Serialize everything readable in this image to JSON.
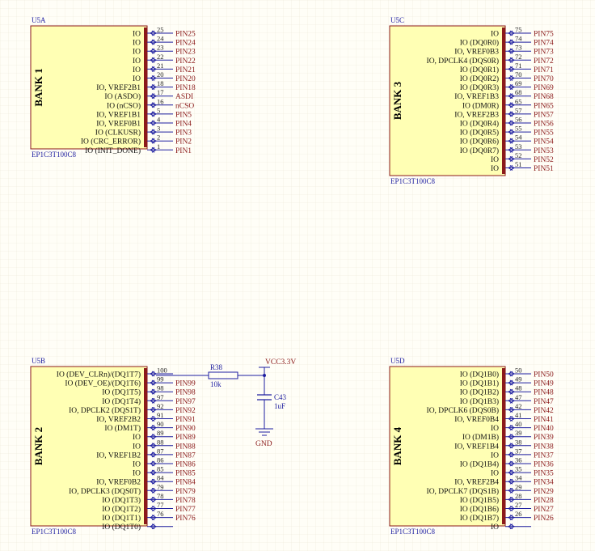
{
  "chips": [
    {
      "ref": "U5A",
      "bank": "BANK 1",
      "part": "EP1C3T100C8",
      "pins": [
        {
          "sig": "IO",
          "num": "25",
          "net": "PIN25"
        },
        {
          "sig": "IO",
          "num": "24",
          "net": "PIN24"
        },
        {
          "sig": "IO",
          "num": "23",
          "net": "PIN23"
        },
        {
          "sig": "IO",
          "num": "22",
          "net": "PIN22"
        },
        {
          "sig": "IO",
          "num": "21",
          "net": "PIN21"
        },
        {
          "sig": "IO",
          "num": "20",
          "net": "PIN20"
        },
        {
          "sig": "IO, VREF2B1",
          "num": "18",
          "net": "PIN18"
        },
        {
          "sig": "IO (ASDO)",
          "num": "17",
          "net": "ASDI"
        },
        {
          "sig": "IO (nCSO)",
          "num": "16",
          "net": "nCSO"
        },
        {
          "sig": "IO, VREF1B1",
          "num": "5",
          "net": "PIN5"
        },
        {
          "sig": "IO, VREF0B1",
          "num": "4",
          "net": "PIN4"
        },
        {
          "sig": "IO (CLKUSR)",
          "num": "3",
          "net": "PIN3"
        },
        {
          "sig": "IO (CRC_ERROR)",
          "num": "2",
          "net": "PIN2"
        },
        {
          "sig": "IO (INIT_DONE)",
          "num": "1",
          "net": "PIN1"
        }
      ]
    },
    {
      "ref": "U5C",
      "bank": "BANK 3",
      "part": "EP1C3T100C8",
      "pins": [
        {
          "sig": "IO",
          "num": "75",
          "net": "PIN75"
        },
        {
          "sig": "IO (DQ0R0)",
          "num": "74",
          "net": "PIN74"
        },
        {
          "sig": "IO, VREF0B3",
          "num": "73",
          "net": "PIN73"
        },
        {
          "sig": "IO, DPCLK4 (DQS0R)",
          "num": "72",
          "net": "PIN72"
        },
        {
          "sig": "IO (DQ0R1)",
          "num": "71",
          "net": "PIN71"
        },
        {
          "sig": "IO (DQ0R2)",
          "num": "70",
          "net": "PIN70"
        },
        {
          "sig": "IO (DQ0R3)",
          "num": "69",
          "net": "PIN69"
        },
        {
          "sig": "IO, VREF1B3",
          "num": "68",
          "net": "PIN68"
        },
        {
          "sig": "IO (DM0R)",
          "num": "65",
          "net": "PIN65"
        },
        {
          "sig": "IO, VREF2B3",
          "num": "57",
          "net": "PIN57"
        },
        {
          "sig": "IO (DQ0R4)",
          "num": "56",
          "net": "PIN56"
        },
        {
          "sig": "IO (DQ0R5)",
          "num": "55",
          "net": "PIN55"
        },
        {
          "sig": "IO (DQ0R6)",
          "num": "54",
          "net": "PIN54"
        },
        {
          "sig": "IO (DQ0R7)",
          "num": "53",
          "net": "PIN53"
        },
        {
          "sig": "IO",
          "num": "52",
          "net": "PIN52"
        },
        {
          "sig": "IO",
          "num": "51",
          "net": "PIN51"
        }
      ]
    },
    {
      "ref": "U5B",
      "bank": "BANK 2",
      "part": "EP1C3T100C8",
      "pins": [
        {
          "sig": "IO (DEV_CLRn)/(DQ1T7)",
          "num": "100",
          "net": ""
        },
        {
          "sig": "IO (DEV_OE)/(DQ1T6)",
          "num": "99",
          "net": "PIN99"
        },
        {
          "sig": "IO (DQ1T5)",
          "num": "98",
          "net": "PIN98"
        },
        {
          "sig": "IO (DQ1T4)",
          "num": "97",
          "net": "PIN97"
        },
        {
          "sig": "IO, DPCLK2 (DQS1T)",
          "num": "92",
          "net": "PIN92"
        },
        {
          "sig": "IO, VREF2B2",
          "num": "91",
          "net": "PIN91"
        },
        {
          "sig": "IO (DM1T)",
          "num": "90",
          "net": "PIN90"
        },
        {
          "sig": "IO",
          "num": "89",
          "net": "PIN89"
        },
        {
          "sig": "IO",
          "num": "88",
          "net": "PIN88"
        },
        {
          "sig": "IO, VREF1B2",
          "num": "87",
          "net": "PIN87"
        },
        {
          "sig": "IO",
          "num": "86",
          "net": "PIN86"
        },
        {
          "sig": "IO",
          "num": "85",
          "net": "PIN85"
        },
        {
          "sig": "IO, VREF0B2",
          "num": "84",
          "net": "PIN84"
        },
        {
          "sig": "IO, DPCLK3 (DQS0T)",
          "num": "79",
          "net": "PIN79"
        },
        {
          "sig": "IO (DQ1T3)",
          "num": "78",
          "net": "PIN78"
        },
        {
          "sig": "IO (DQ1T2)",
          "num": "77",
          "net": "PIN77"
        },
        {
          "sig": "IO (DQ1T1)",
          "num": "76",
          "net": "PIN76"
        },
        {
          "sig": "IO (DQ1T0)",
          "num": "",
          "net": ""
        }
      ]
    },
    {
      "ref": "U5D",
      "bank": "BANK 4",
      "part": "EP1C3T100C8",
      "pins": [
        {
          "sig": "IO (DQ1B0)",
          "num": "50",
          "net": "PIN50"
        },
        {
          "sig": "IO (DQ1B1)",
          "num": "49",
          "net": "PIN49"
        },
        {
          "sig": "IO (DQ1B2)",
          "num": "48",
          "net": "PIN48"
        },
        {
          "sig": "IO (DQ1B3)",
          "num": "47",
          "net": "PIN47"
        },
        {
          "sig": "IO, DPCLK6 (DQS0B)",
          "num": "42",
          "net": "PIN42"
        },
        {
          "sig": "IO, VREF0B4",
          "num": "41",
          "net": "PIN41"
        },
        {
          "sig": "IO",
          "num": "40",
          "net": "PIN40"
        },
        {
          "sig": "IO (DM1B)",
          "num": "39",
          "net": "PIN39"
        },
        {
          "sig": "IO, VREF1B4",
          "num": "38",
          "net": "PIN38"
        },
        {
          "sig": "IO",
          "num": "37",
          "net": "PIN37"
        },
        {
          "sig": "IO (DQ1B4)",
          "num": "36",
          "net": "PIN36"
        },
        {
          "sig": "IO",
          "num": "35",
          "net": "PIN35"
        },
        {
          "sig": "IO, VREF2B4",
          "num": "34",
          "net": "PIN34"
        },
        {
          "sig": "IO, DPCLK7 (DQS1B)",
          "num": "29",
          "net": "PIN29"
        },
        {
          "sig": "IO (DQ1B5)",
          "num": "28",
          "net": "PIN28"
        },
        {
          "sig": "IO (DQ1B6)",
          "num": "27",
          "net": "PIN27"
        },
        {
          "sig": "IO (DQ1B7)",
          "num": "26",
          "net": "PIN26"
        },
        {
          "sig": "IO",
          "num": "",
          "net": ""
        }
      ]
    }
  ],
  "resistor": {
    "ref": "R38",
    "value": "10k"
  },
  "capacitor": {
    "ref": "C43",
    "value": "1uF"
  },
  "power": {
    "vcc": "VCC3.3V",
    "gnd": "GND"
  },
  "colors": {
    "background": "#fffef7",
    "grid": "#ece8d8",
    "body_fill": "#ffffb4",
    "body_stroke": "#8b1a1a",
    "wire": "#1e1ea0",
    "net_label": "#8b1a1a",
    "pin_bar": "#8b1a1a"
  }
}
